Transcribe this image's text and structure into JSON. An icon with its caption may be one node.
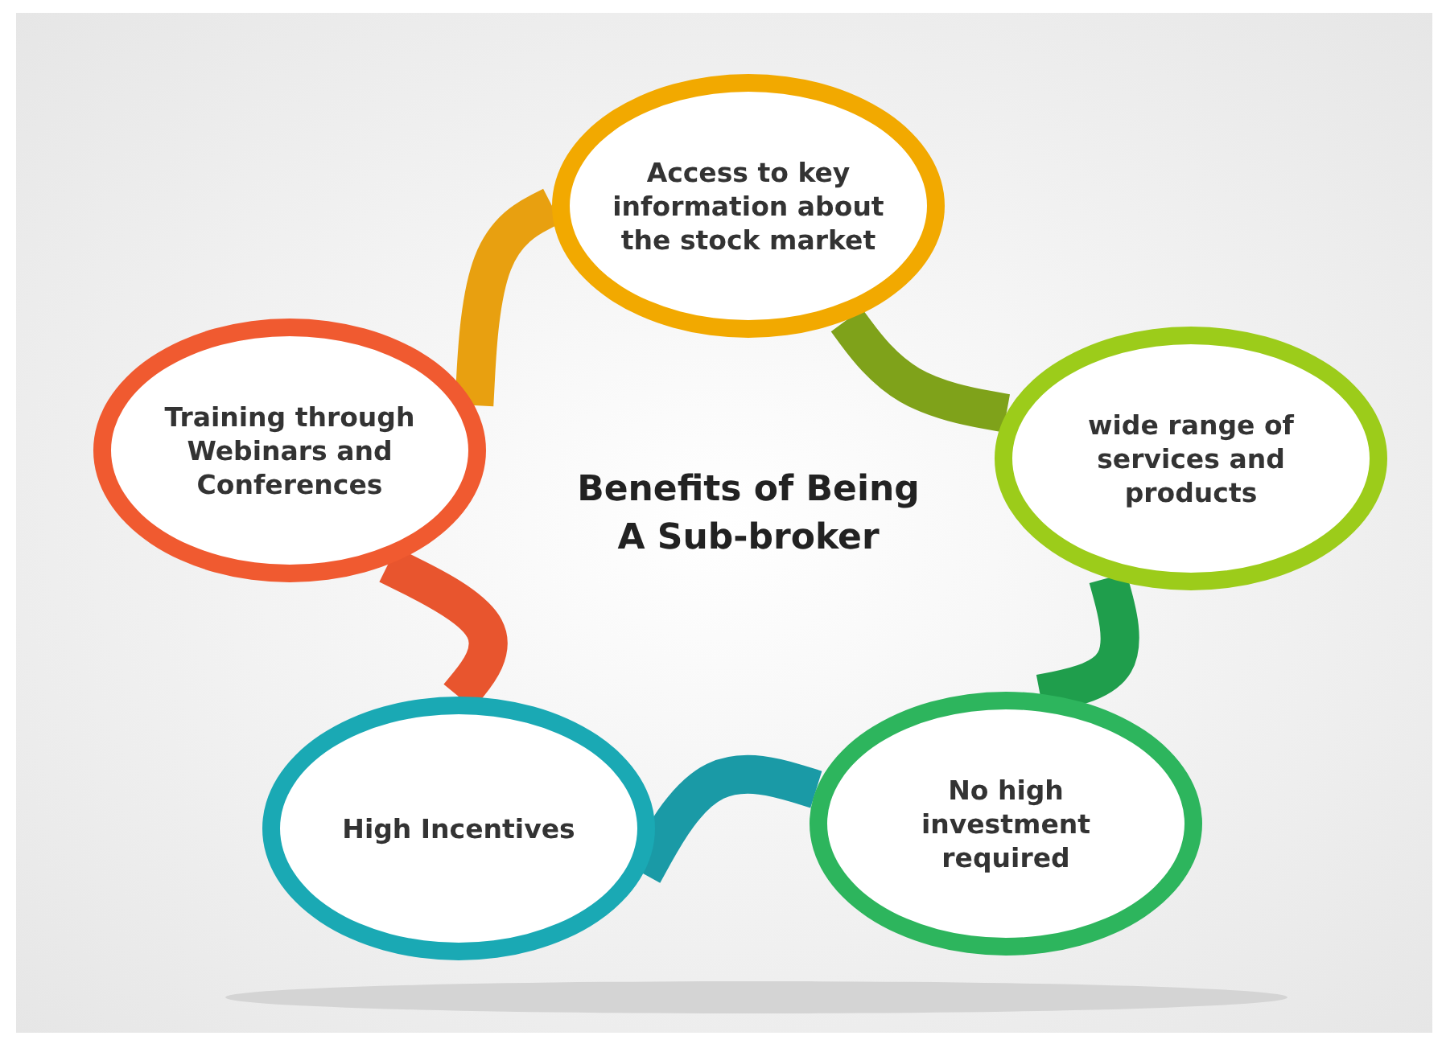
{
  "diagram": {
    "title": "Benefits of Being A Sub-broker",
    "nodes": [
      {
        "text": [
          "Access to  key information about the stock market"
        ]
      },
      {
        "text": [
          "wide range of services and products"
        ]
      },
      {
        "text": [
          "No high investment required"
        ]
      },
      {
        "text": [
          "High Incentives"
        ]
      },
      {
        "text": [
          "Training through Webinars and Conferences"
        ]
      }
    ],
    "edges": [
      {
        "from": 0,
        "to": 1,
        "arrow": "none",
        "color": "#7fa21a"
      },
      {
        "from": 1,
        "to": 2,
        "arrow": "none",
        "color": "#1f9e4c"
      },
      {
        "from": 2,
        "to": 3,
        "arrow": "none",
        "color": "#1a9aa6"
      },
      {
        "from": 3,
        "to": 4,
        "arrow": "none",
        "color": "#e8552e"
      },
      {
        "from": 4,
        "to": 0,
        "arrow": "none",
        "color": "#e8a010"
      }
    ]
  }
}
